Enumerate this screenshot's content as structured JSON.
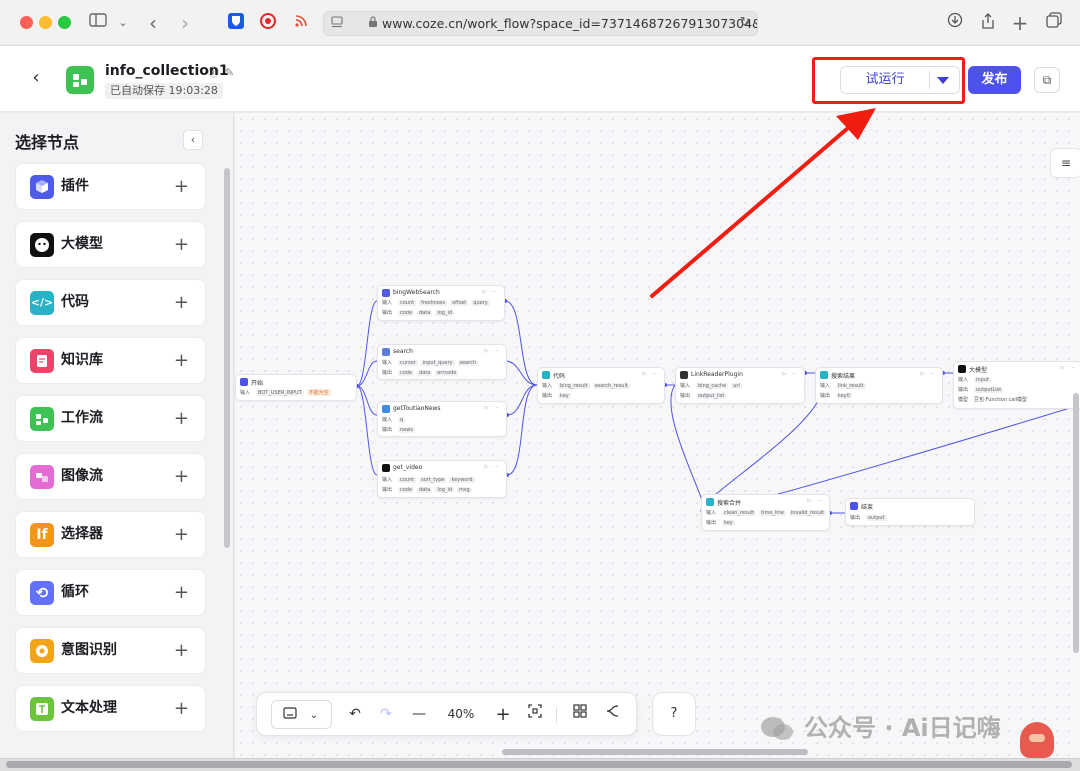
{
  "browser": {
    "url": "www.coze.cn/work_flow?space_id=7371468726791307304&w"
  },
  "header": {
    "workflow_title": "info_collection1",
    "autosave": "已自动保存 19:03:28",
    "test_run_label": "试运行",
    "publish_label": "发布"
  },
  "sidebar": {
    "title": "选择节点",
    "items": [
      {
        "label": "插件",
        "color": "#4e5ae8"
      },
      {
        "label": "大模型",
        "color": "#111111"
      },
      {
        "label": "代码",
        "color": "#27b2c5"
      },
      {
        "label": "知识库",
        "color": "#e8456b"
      },
      {
        "label": "工作流",
        "color": "#3ec254"
      },
      {
        "label": "图像流",
        "color": "#e46bd3"
      },
      {
        "label": "选择器",
        "color": "#f3951a"
      },
      {
        "label": "循环",
        "color": "#6271f5"
      },
      {
        "label": "意图识别",
        "color": "#f3a51a"
      },
      {
        "label": "文本处理",
        "color": "#6cc43c"
      }
    ]
  },
  "nodes": {
    "start": {
      "title": "开始",
      "in_label": "输入",
      "var": "BOT_USER_INPUT",
      "warn": "不能为空"
    },
    "bing": {
      "title": "bingWebSearch",
      "in_label": "输入",
      "out_label": "输出",
      "in_tags": [
        "count",
        "freshness",
        "offset",
        "query"
      ],
      "out_tags": [
        "code",
        "data",
        "log_id"
      ]
    },
    "search": {
      "title": "search",
      "in_label": "输入",
      "out_label": "输出",
      "in_tags": [
        "cursor",
        "input_query",
        "search"
      ],
      "out_tags": [
        "code",
        "data",
        "errcode"
      ]
    },
    "toutiao": {
      "title": "getToutiaoNews",
      "in_label": "输入",
      "out_label": "输出",
      "in_tags": [
        "q"
      ],
      "out_tags": [
        "news"
      ]
    },
    "video": {
      "title": "get_video",
      "in_label": "输入",
      "out_label": "输出",
      "in_tags": [
        "count",
        "sort_type",
        "keyword"
      ],
      "out_tags": [
        "code",
        "data",
        "log_id",
        "msg"
      ]
    },
    "code": {
      "title": "代码",
      "in_label": "输入",
      "out_label": "输出",
      "in_tags": [
        "bing_result",
        "search_result"
      ],
      "out_tags": [
        "key"
      ]
    },
    "link": {
      "title": "LinkReaderPlugin",
      "in_label": "输入",
      "out_label": "输出",
      "in_tags": [
        "bing_cache",
        "url"
      ],
      "out_tags": [
        "output_list"
      ]
    },
    "clean": {
      "title": "搜索结果",
      "in_label": "输入",
      "out_label": "输出",
      "in_tags": [
        "link_result"
      ],
      "out_tags": [
        "key0"
      ]
    },
    "llm": {
      "title": "大模型",
      "in_label": "输入",
      "out_label": "输出",
      "model_label": "模型",
      "in_tags": [
        "input"
      ],
      "out_tags": [
        "outputList"
      ],
      "model": "豆包·Function call模型"
    },
    "merge": {
      "title": "搜索合并",
      "in_label": "输入",
      "out_label": "输出",
      "in_tags": [
        "clean_result",
        "time_line",
        "invalid_result"
      ],
      "out_tags": [
        "key"
      ]
    },
    "end": {
      "title": "结束",
      "out_label": "输出",
      "out_tags": [
        "output"
      ]
    }
  },
  "toolbar": {
    "zoom": "40%"
  },
  "watermark": {
    "text": "公众号 · Ai日记嗨"
  },
  "colors": {
    "brand": "#4d53e8",
    "annotation": "#f21d11",
    "edge": "#4d53e8"
  }
}
